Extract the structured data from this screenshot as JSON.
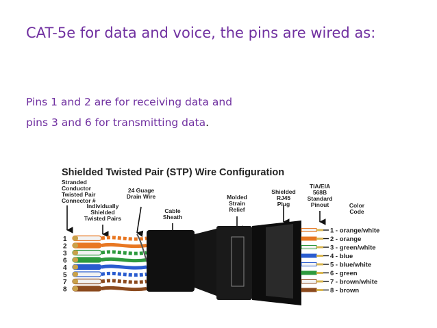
{
  "title": "CAT-5e for data and voice, the pins are wired as:",
  "body": {
    "line1": "Pins 1 and 2 are for receiving data and",
    "line2": "pins 3 and 6 for transmitting data",
    "line2_end": "."
  },
  "colors": {
    "text_purple": "#7030a0",
    "text_black": "#000000",
    "sheath": "#101010",
    "orange": "#e87722",
    "green": "#2e9a3e",
    "blue": "#2a5ccf",
    "brown": "#8b4a1e",
    "white_stripe": "#f2f2f2"
  },
  "diagram": {
    "heading": "Shielded Twisted Pair (STP) Wire Configuration",
    "labels": {
      "stranded": [
        "Stranded",
        "Conductor",
        "Twisted Pair",
        "Connector #"
      ],
      "individually": [
        "Individually",
        "Shielded",
        "Twisted Pairs"
      ],
      "drain": [
        "24 Guage",
        "Drain Wire"
      ],
      "sheath": [
        "Cable",
        "Sheath"
      ],
      "molded": [
        "Molded",
        "Strain",
        "Relief"
      ],
      "plug": [
        "Shielded",
        "RJ45",
        "Plug"
      ],
      "standard": [
        "TIA/EIA",
        "568B",
        "Standard",
        "Pinout"
      ],
      "color_code": [
        "Color",
        "Code"
      ]
    },
    "left_pins": [
      "1",
      "2",
      "3",
      "6",
      "4",
      "5",
      "7",
      "8"
    ],
    "pinout": [
      {
        "pin": "1",
        "color": "orange/white"
      },
      {
        "pin": "2",
        "color": "orange"
      },
      {
        "pin": "3",
        "color": "green/white"
      },
      {
        "pin": "4",
        "color": "blue"
      },
      {
        "pin": "5",
        "color": "blue/white"
      },
      {
        "pin": "6",
        "color": "green"
      },
      {
        "pin": "7",
        "color": "brown/white"
      },
      {
        "pin": "8",
        "color": "brown"
      }
    ]
  }
}
